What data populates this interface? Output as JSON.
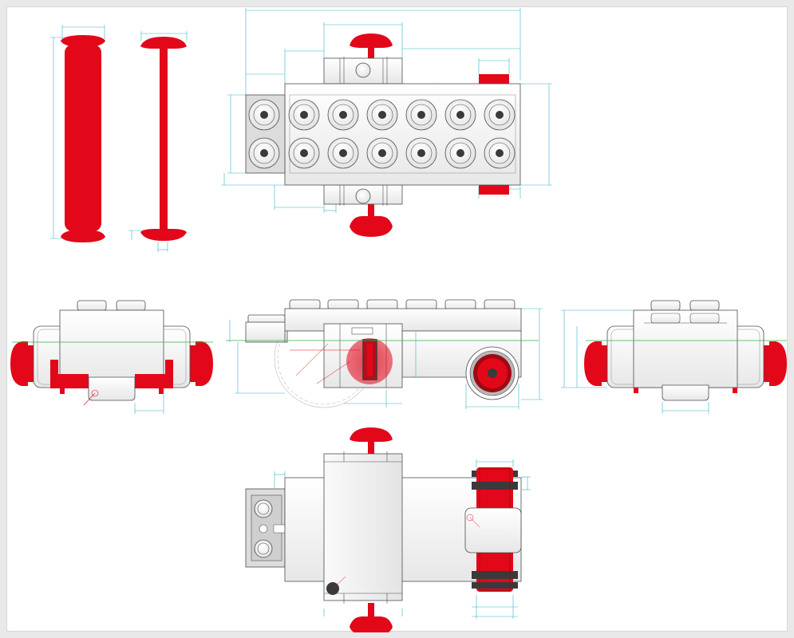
{
  "drawing": {
    "colors": {
      "accent_red": "#e2081a",
      "dark_red": "#9d0a12",
      "body_gray": "#f2f2f2",
      "body_stroke": "#4d4d4d",
      "dimension_blue": "#35b3c7",
      "reference_green": "#3fae49",
      "stud_dark": "#3a3a3a"
    },
    "views": [
      {
        "name": "axle-front-view"
      },
      {
        "name": "axle-side-view"
      },
      {
        "name": "top-view"
      },
      {
        "name": "front-view"
      },
      {
        "name": "side-view"
      },
      {
        "name": "rear-view"
      },
      {
        "name": "bottom-view"
      }
    ]
  }
}
